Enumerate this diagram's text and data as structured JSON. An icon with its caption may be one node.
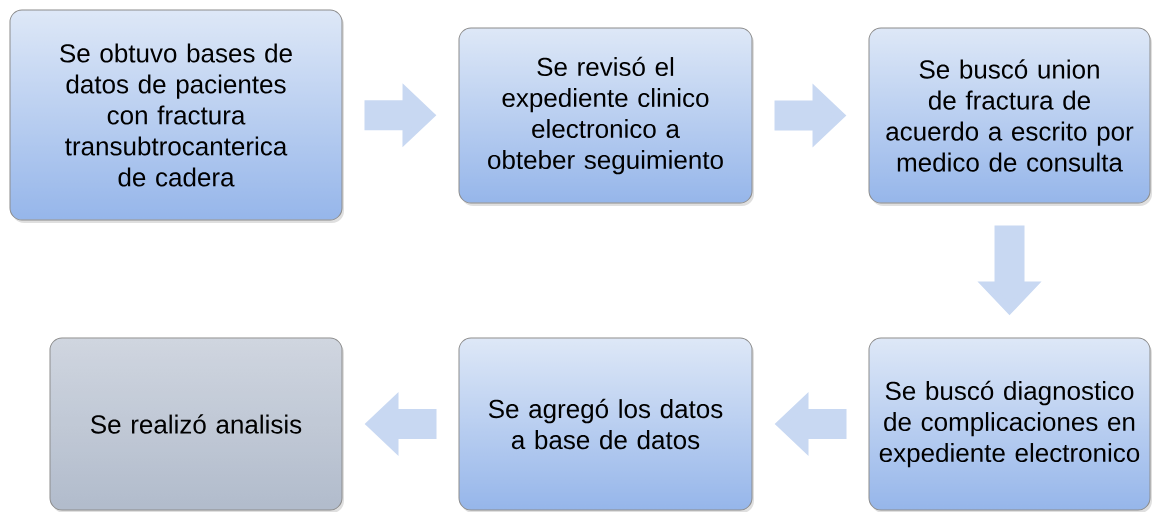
{
  "diagram": {
    "nodes": [
      {
        "text": [
          "Se obtuvo bases de datos de pacientes con fractura transubtrocanterica de cadera"
        ]
      },
      {
        "text": [
          "Se revisó el expediente clinico electronico a obteber seguimiento"
        ]
      },
      {
        "text": [
          "Se buscó union de fractura de acuerdo a escrito por medico de consulta"
        ]
      },
      {
        "text": [
          "Se buscó diagnostico de complicaciones en expediente electronico"
        ]
      },
      {
        "text": [
          "Se agregó los datos a base de datos"
        ]
      },
      {
        "text": [
          "Se realizó analisis"
        ]
      }
    ],
    "edges": [
      {
        "from": 0,
        "to": 1,
        "arrow": "to"
      },
      {
        "from": 1,
        "to": 2,
        "arrow": "to"
      },
      {
        "from": 2,
        "to": 3,
        "arrow": "to"
      },
      {
        "from": 3,
        "to": 4,
        "arrow": "to"
      },
      {
        "from": 4,
        "to": 5,
        "arrow": "to"
      }
    ]
  }
}
